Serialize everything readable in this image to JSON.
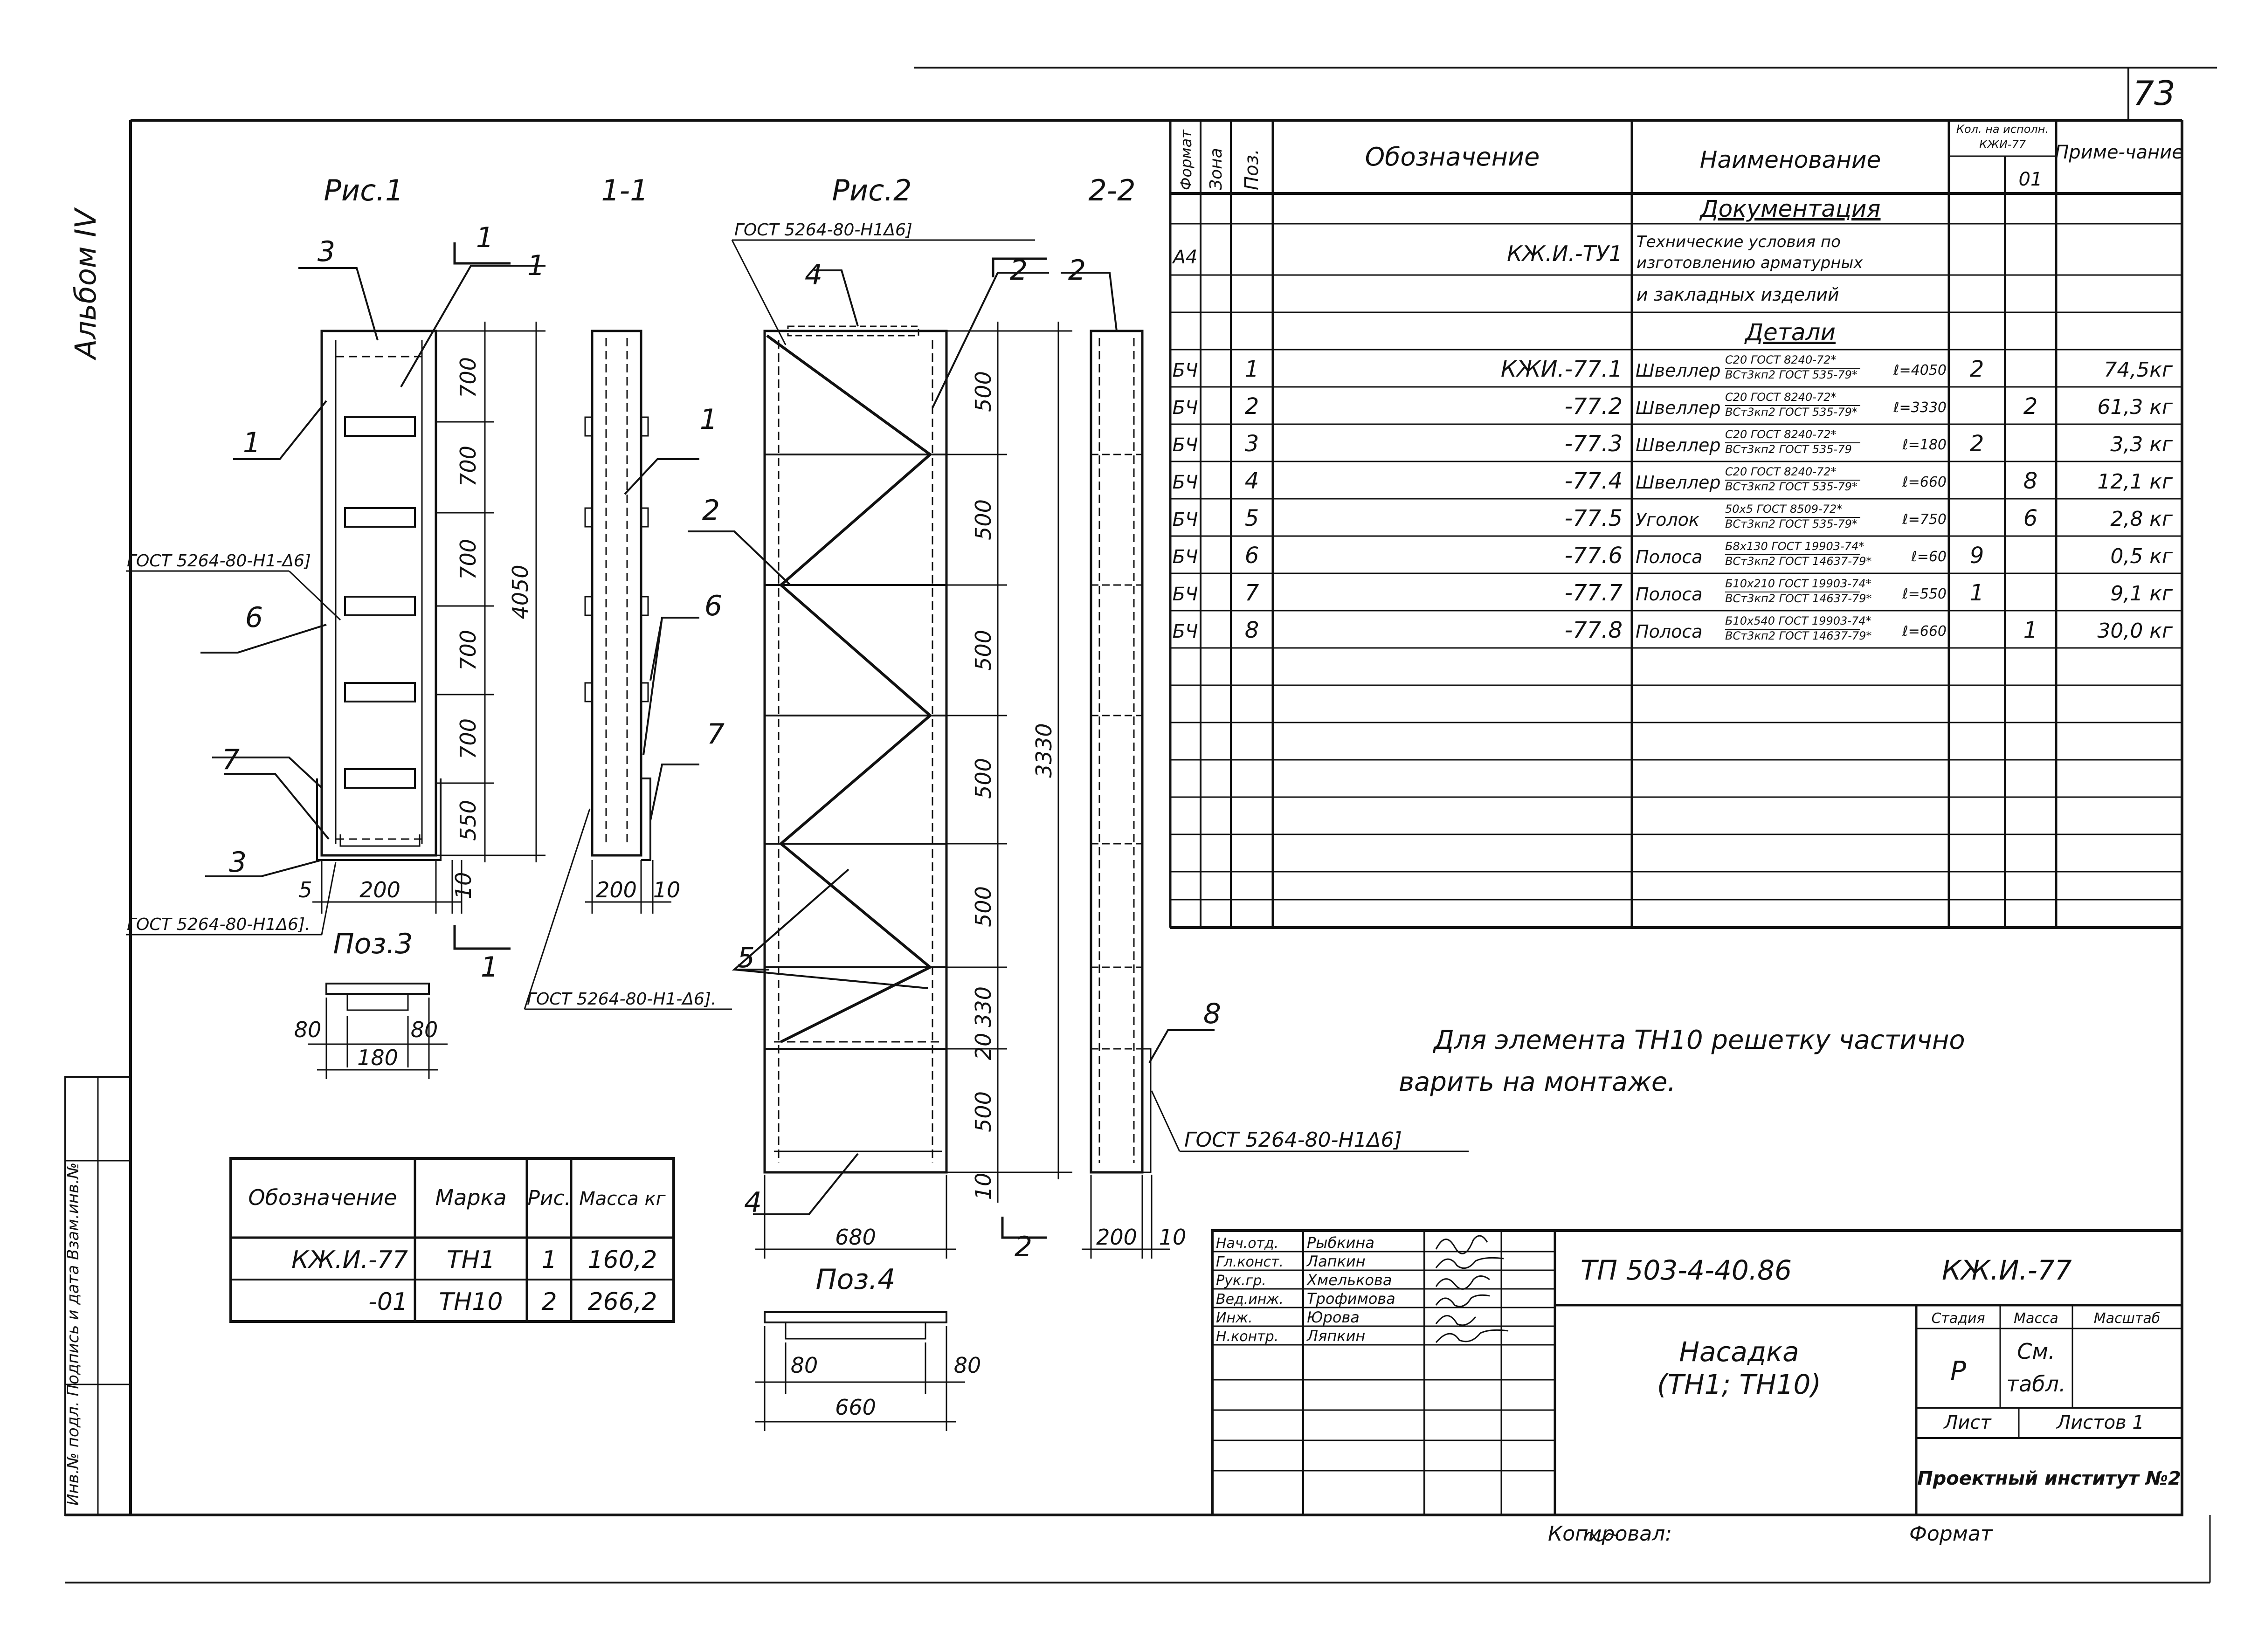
{
  "sheet": {
    "page_number": "73",
    "album": "Альбом IV",
    "side_stamp": "Инв.№ подл.  Подпись и дата  Взам.инв.№"
  },
  "figures": {
    "fig1_title": "Рис.1",
    "sec11_title": "1-1",
    "fig2_title": "Рис.2",
    "sec22_title": "2-2",
    "cut1": "1",
    "cut2": "2",
    "fig1_dims": [
      "700",
      "700",
      "700",
      "700",
      "700",
      "550",
      "4050"
    ],
    "fig1_width": "200",
    "fig1_gap1": "5",
    "fig1_gap2": "10",
    "sec11_width": "200",
    "sec11_gap": "10",
    "fig2_dims": [
      "500",
      "500",
      "500",
      "500",
      "500",
      "330",
      "20",
      "500",
      "3330"
    ],
    "fig2_width": "680",
    "fig2_bottom": "10",
    "sec22_width": "200",
    "sec22_gap": "10",
    "pos3_title": "Поз.3",
    "pos3_dims": [
      "80",
      "180",
      "80"
    ],
    "pos4_title": "Поз.4",
    "pos4_dims": [
      "80",
      "660",
      "80"
    ],
    "leaders": {
      "p1": "1",
      "p2": "2",
      "p3": "3",
      "p4": "4",
      "p5": "5",
      "p6": "6",
      "p7": "7",
      "p8": "8"
    },
    "weld_top": "ГОСТ 5264-80-Н1Δ6]",
    "weld_fig1_mid": "ГОСТ 5264-80-Н1-Δ6]",
    "weld_fig1_bottom": "ГОСТ 5264-80-Н1Δ6].",
    "weld_mid": "ГОСТ 5264-80-Н1-Δ6].",
    "weld_right": "ГОСТ 5264-80-Н1Δ6]"
  },
  "spec_table": {
    "headers": {
      "format": "Формат",
      "zone": "Зона",
      "pos": "Поз.",
      "designation": "Обозначение",
      "name": "Наименование",
      "qty_header": "Кол. на исполн.",
      "qty_sub": "КЖИ-77",
      "exec01": "01",
      "note": "Приме-чание"
    },
    "sec_docs": "Документация",
    "doc_row": {
      "format": "А4",
      "designation": "КЖ.И.-ТУ1",
      "name_line1": "Технические условия по",
      "name_line2": "изготовлению арматурных",
      "name_line3": "и закладных изделий"
    },
    "sec_parts": "Детали",
    "rows": [
      {
        "format": "БЧ",
        "pos": "1",
        "designation": "КЖИ.-77.1",
        "name": "Швеллер",
        "spec_top": "С20 ГОСТ 8240-72*",
        "spec_bottom": "ВСт3кп2 ГОСТ 535-79*",
        "length": "ℓ=4050",
        "q0": "2",
        "q1": "",
        "note": "74,5кг"
      },
      {
        "format": "БЧ",
        "pos": "2",
        "designation": "-77.2",
        "name": "Швеллер",
        "spec_top": "С20 ГОСТ 8240-72*",
        "spec_bottom": "ВСт3кп2 ГОСТ 535-79*",
        "length": "ℓ=3330",
        "q0": "",
        "q1": "2",
        "note": "61,3 кг"
      },
      {
        "format": "БЧ",
        "pos": "3",
        "designation": "-77.3",
        "name": "Швеллер",
        "spec_top": "С20 ГОСТ 8240-72*",
        "spec_bottom": "ВСт3кп2 ГОСТ 535-79",
        "length": "ℓ=180",
        "q0": "2",
        "q1": "",
        "note": "3,3 кг"
      },
      {
        "format": "БЧ",
        "pos": "4",
        "designation": "-77.4",
        "name": "Швеллер",
        "spec_top": "С20 ГОСТ 8240-72*",
        "spec_bottom": "ВСт3кп2 ГОСТ 535-79*",
        "length": "ℓ=660",
        "q0": "",
        "q1": "8",
        "note": "12,1 кг"
      },
      {
        "format": "БЧ",
        "pos": "5",
        "designation": "-77.5",
        "name": "Уголок",
        "spec_top": "50х5 ГОСТ 8509-72*",
        "spec_bottom": "ВСт3кп2 ГОСТ 535-79*",
        "length": "ℓ=750",
        "q0": "",
        "q1": "6",
        "note": "2,8 кг"
      },
      {
        "format": "БЧ",
        "pos": "6",
        "designation": "-77.6",
        "name": "Полоса",
        "spec_top": "Б8х130 ГОСТ 19903-74*",
        "spec_bottom": "ВСт3кп2 ГОСТ 14637-79*",
        "length": "ℓ=60",
        "q0": "9",
        "q1": "",
        "note": "0,5 кг"
      },
      {
        "format": "БЧ",
        "pos": "7",
        "designation": "-77.7",
        "name": "Полоса",
        "spec_top": "Б10х210 ГОСТ 19903-74*",
        "spec_bottom": "ВСт3кп2 ГОСТ 14637-79*",
        "length": "ℓ=550",
        "q0": "1",
        "q1": "",
        "note": "9,1 кг"
      },
      {
        "format": "БЧ",
        "pos": "8",
        "designation": "-77.8",
        "name": "Полоса",
        "spec_top": "Б10х540 ГОСТ 19903-74*",
        "spec_bottom": "ВСт3кп2 ГОСТ 14637-79*",
        "length": "ℓ=660",
        "q0": "",
        "q1": "1",
        "note": "30,0 кг"
      }
    ]
  },
  "note": {
    "line1": "Для элемента ТН10 решетку частично",
    "line2": "варить на монтаже."
  },
  "mass_table": {
    "headers": {
      "designation": "Обозначение",
      "mark": "Марка",
      "fig": "Рис.",
      "mass": "Масса кг"
    },
    "rows": [
      {
        "designation": "КЖ.И.-77",
        "mark": "ТН1",
        "fig": "1",
        "mass": "160,2"
      },
      {
        "designation": "-01",
        "mark": "ТН10",
        "fig": "2",
        "mass": "266,2"
      }
    ]
  },
  "title_block": {
    "roles": [
      {
        "role": "Нач.отд.",
        "name": "Рыбкина"
      },
      {
        "role": "Гл.конст.",
        "name": "Лапкин"
      },
      {
        "role": "Рук.гр.",
        "name": "Хмелькова"
      },
      {
        "role": "Вед.инж.",
        "name": "Трофимова"
      },
      {
        "role": "Инж.",
        "name": "Юрова"
      },
      {
        "role": "Н.контр.",
        "name": "Ляпкин"
      }
    ],
    "project": "ТП 503-4-40.86",
    "code": "КЖ.И.-77",
    "title_line1": "Насадка",
    "title_line2": "(ТН1; ТН10)",
    "stage_label": "Стадия",
    "mass_label": "Масса",
    "scale_label": "Масштаб",
    "stage_value": "Р",
    "mass_value_1": "См.",
    "mass_value_2": "табл.",
    "sheet_label": "Лист",
    "sheets_label": "Листов 1",
    "institute": "Проектный институт №2"
  },
  "footer": {
    "copied": "Копировал:",
    "format": "Формат"
  }
}
